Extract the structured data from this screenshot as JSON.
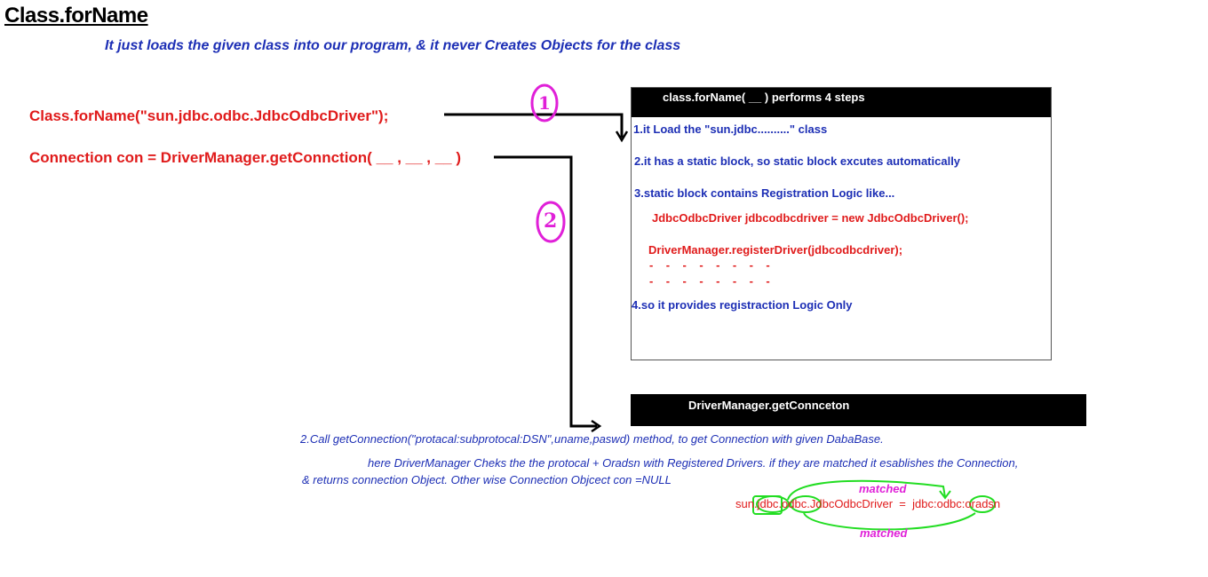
{
  "title": "Class.forName",
  "subtitle": "It just loads the given class into our program, & it never Creates Objects for the class",
  "code": {
    "line1": "Class.forName(\"sun.jdbc.odbc.JdbcOdbcDriver\");",
    "line2": "Connection con = DriverManager.getConnction( __ , __ , __ )"
  },
  "markers": {
    "one": "1",
    "two": "2"
  },
  "box1": {
    "title": "class.forName( __ ) performs 4 steps",
    "step1": "1.it Load the \"sun.jdbc..........\" class",
    "step2": "2.it has a static block, so static block excutes automatically",
    "step3": "3.static block contains Registration Logic  like...",
    "code_a": "JdbcOdbcDriver jdbcodbcdriver = new JdbcOdbcDriver();",
    "code_b": "DriverManager.registerDriver(jdbcodbcdriver);",
    "dashes": "-    -    -    -    -    -    -    -",
    "step4": "4.so it provides registraction Logic Only"
  },
  "box2": {
    "title": "DriverManager.getConnceton"
  },
  "notes": {
    "call": "2.Call getConnection(\"protacal:subprotocal:DSN\",uname,paswd) method, to get Connection with given DabaBase.",
    "here": "here DriverManager Cheks the the protocal + Oradsn with Registered Drivers.  if they are matched it esablishes the Connection,",
    "returns": "& returns connection Object.  Other wise Connection Objcect con =NULL"
  },
  "equation": {
    "left_sun": "sun",
    "left_jdbc": ".jdbc",
    "left_odbc": ".odbc",
    "left_rest": ".JdbcOdbcDriver",
    "equals": "=",
    "right_jdbc": "jdbc",
    "right_odbc": ":odbc",
    "right_rest": ":oradsn"
  },
  "matched_top": "matched",
  "matched_bottom": "matched",
  "colors": {
    "blue": "#1d2fb5",
    "red": "#e01b1b",
    "magenta": "#e020d8",
    "green": "#22dd22",
    "black": "#000000"
  }
}
